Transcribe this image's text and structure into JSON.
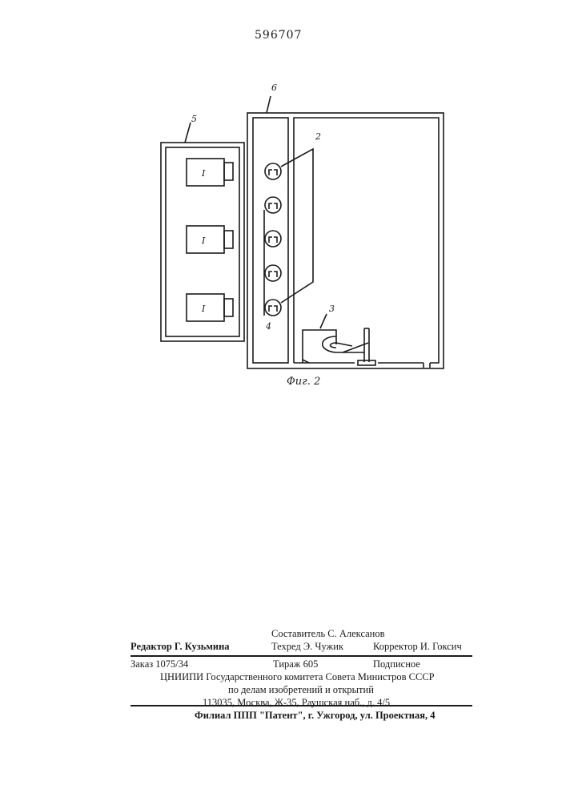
{
  "document": {
    "patent_number": "596707"
  },
  "figure": {
    "caption": "Фиг. 2",
    "labels": {
      "cabinet_5": "5",
      "cabinet_6": "6",
      "lamp_group_2": "2",
      "device_3": "3",
      "panel_4": "4",
      "unit": "I"
    }
  },
  "colophon": {
    "compiler": "Составитель С. Алексанов",
    "editor": "Редактор Г. Кузьмина",
    "techred": "Техред Э. Чужик",
    "corrector": "Корректор И. Гоксич",
    "order": "Заказ 1075/34",
    "circulation": "Тираж 605",
    "subscription": "Подписное",
    "institute": "ЦНИИПИ Государственного комитета Совета Министров СССР",
    "department": "по делам изобретений и открытий",
    "address": "113035, Москва, Ж-35, Раушская наб., д. 4/5",
    "branch": "Филиал ППП \"Патент\", г. Ужгород, ул. Проектная, 4"
  }
}
